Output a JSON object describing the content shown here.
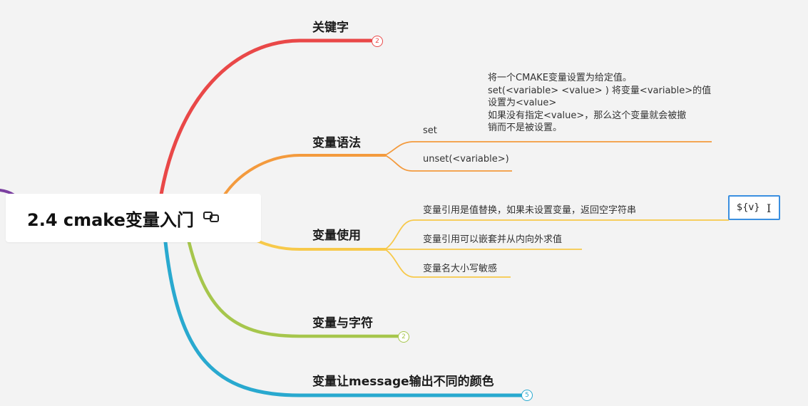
{
  "root": {
    "title": "2.4 cmake变量入门",
    "icon": "link-icon"
  },
  "branches": [
    {
      "id": "keywords",
      "label": "关键字",
      "color": "#e94848",
      "badge": "2"
    },
    {
      "id": "syntax",
      "label": "变量语法",
      "color": "#f39a3d",
      "children": [
        {
          "label": "set"
        },
        {
          "label": "unset(<variable>)"
        }
      ],
      "note": [
        "将一个CMAKE变量设置为给定值。",
        "set(<variable> <value> ) 将变量<variable>的值",
        "设置为<value>",
        "如果没有指定<value>，那么这个变量就会被撤",
        "销而不是被设置。"
      ]
    },
    {
      "id": "usage",
      "label": "变量使用",
      "color": "#f7c94a",
      "children": [
        {
          "label": "变量引用是值替换，如果未设置变量，返回空字符串"
        },
        {
          "label": "变量引用可以嵌套并从内向外求值"
        },
        {
          "label": "变量名大小写敏感"
        }
      ]
    },
    {
      "id": "chars",
      "label": "变量与字符",
      "color": "#a6c64c",
      "badge": "2"
    },
    {
      "id": "message",
      "label": "变量让message输出不同的颜色",
      "color": "#29a9cf",
      "badge": "5"
    }
  ],
  "edit": {
    "text": "${v}",
    "cursor": "I"
  },
  "colors": {
    "purple": "#7b3fa0",
    "edit_border": "#3a8fe0"
  }
}
